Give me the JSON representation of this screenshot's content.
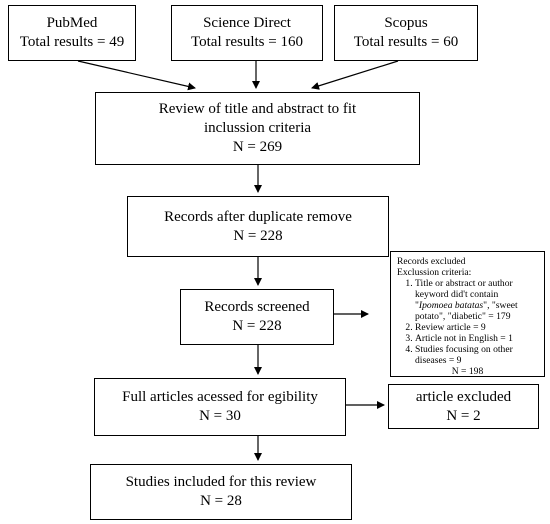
{
  "sources": [
    {
      "name": "PubMed",
      "total": "Total results = 49"
    },
    {
      "name": "Science Direct",
      "total": "Total results = 160"
    },
    {
      "name": "Scopus",
      "total": "Total results = 60"
    }
  ],
  "review": {
    "line1": "Review of title and abstract to fit",
    "line2": "inclussion criteria",
    "n": "N = 269"
  },
  "duplicates": {
    "label": "Records after duplicate remove",
    "n": "N = 228"
  },
  "screened": {
    "label": "Records screened",
    "n": "N = 228"
  },
  "full_articles": {
    "label": "Full articles acessed for egibility",
    "n": "N = 30"
  },
  "included": {
    "label": "Studies included for this review",
    "n": "N = 28"
  },
  "excluded_records": {
    "title": "Records excluded",
    "subtitle": "Exclussion criteria:",
    "criteria": [
      {
        "pre": "Title or abstract or author keyword did't contain \"",
        "italic": "Ipomoea batatas",
        "post": "\", \"sweet potato\", \"diabetic\" = 179"
      },
      {
        "text": "Review article = 9"
      },
      {
        "text": "Article not in English = 1"
      },
      {
        "text": "Studies focusing on other diseases = 9"
      }
    ],
    "n": "N = 198"
  },
  "article_excluded": {
    "label": "article excluded",
    "n": "N = 2"
  }
}
